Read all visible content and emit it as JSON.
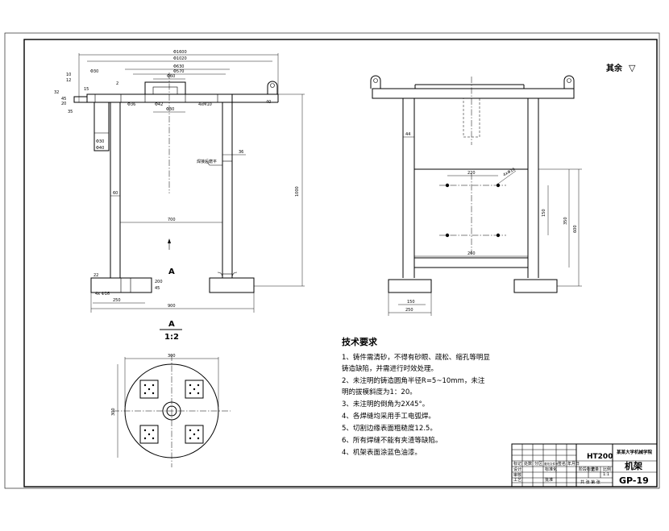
{
  "surface_finish": {
    "label": "其余",
    "symbol": "▽"
  },
  "front_view": {
    "dims": {
      "overall_top": "Φ1600",
      "flange_od": "Φ1020",
      "flange_mid": "Φ630",
      "flange_id": "Φ570",
      "hub": "Φ60",
      "bore": "Φ30",
      "left_small": "Φ30",
      "left_a": "32",
      "left_b": "20",
      "left_c": "12",
      "left_d": "10",
      "left_e": "15",
      "left_f": "35",
      "left_g": "45",
      "plate_label": "2",
      "hole_label": "Φ36",
      "hole_label2": "Φ42",
      "chamfer": "4xM10",
      "right_mark": "40",
      "pocket_w": "Φ30",
      "pocket_h": "Φ40",
      "ext_60": "60",
      "span_700": "700",
      "height_1000": "1000",
      "weld_dim": "36",
      "base_a": "22",
      "base_b": "20",
      "base_c": "4x Φ16",
      "base_d": "250",
      "base_total": "900",
      "base_h": "200",
      "base_t": "45"
    },
    "weld_label": "焊接后磨平",
    "section_marker": "A"
  },
  "side_view": {
    "dims": {
      "leg": "44",
      "hole_top": "220",
      "hole_dia": "4xΦ16",
      "vert_a": "150",
      "vert_b": "350",
      "vert_total": "600",
      "hole_span": "260",
      "foot_a": "150",
      "foot_b": "250"
    }
  },
  "section_view": {
    "title": "A",
    "scale": "1:2",
    "dims": {
      "width": "300",
      "height": "300"
    }
  },
  "tech_requirements": {
    "title": "技术要求",
    "items": [
      "1、铸件需清砂，不得有砂眼、疏松、缩孔等明显",
      "铸造缺陷，并需进行时效处理。",
      "2、未注明的铸造圆角半径R=5~10mm，未注",
      "明的拔模斜度为1：20。",
      "3、未注明的倒角为2X45°。",
      "4、各焊缝均采用手工电弧焊。",
      "5、切割边缘表面粗糙度12.5。",
      "6、所有焊缝不能有夹渣等缺陷。",
      "4、机架表面涂蓝色油漆。"
    ]
  },
  "title_block": {
    "material": "HT200",
    "school": "某某大学机械学院",
    "part_name": "机架",
    "drawing_no": "GP-19",
    "scale": "1:1",
    "row_labels": [
      "标记",
      "处数",
      "分区",
      "更改文件号",
      "签名",
      "年月日"
    ],
    "labels": {
      "designer": "设计",
      "checker": "审核",
      "process": "工艺",
      "approve": "批准",
      "stage": "阶段标记",
      "weight": "重量",
      "scale_label": "比例",
      "sheets": "共 张 第 张",
      "standard": "标准化"
    }
  }
}
